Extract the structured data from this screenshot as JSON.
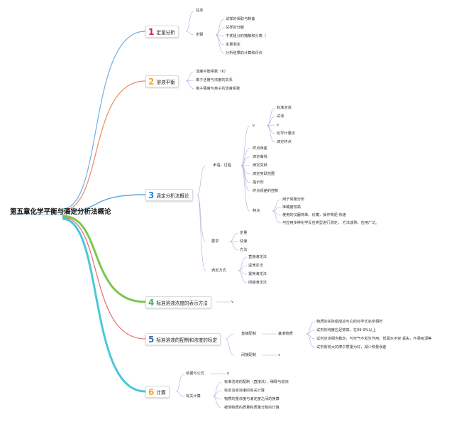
{
  "root": "第五章化学平衡与滴定分析法概论",
  "sections": [
    {
      "num": "1",
      "label": "定量分析",
      "color": "#d81b60",
      "children": [
        {
          "label": "任务"
        },
        {
          "label": "步骤",
          "items": [
            "试样的采取与制备",
            "试样的分解",
            "干扰组分的掩蔽和分离（",
            "定量测定",
            "分析结果的计算和评价"
          ]
        }
      ]
    },
    {
      "num": "2",
      "label": "溶液平衡",
      "color": "#f5a623",
      "items": [
        "活度平衡常数（K）",
        "离子活度与浓度的关系",
        "离子强度与离子的活度系数"
      ]
    },
    {
      "num": "3",
      "label": "滴定分析法概论",
      "color": "#2b8ccf",
      "terms": {
        "label": "术语，过程",
        "v": {
          "label": "v",
          "items": [
            "标准溶液",
            "试液",
            "v",
            "化学计量点",
            "滴定终点"
          ]
        },
        "items": [
          "终点误差",
          "滴定曲线",
          "滴定突跃",
          "滴定突跃范围",
          "指示剂",
          "终点误差的控制"
        ],
        "features": {
          "label": "特点",
          "items": [
            "用于常量分析",
            "准确度较高",
            "使用的仪器简单，价廉，操作简便 快速",
            "可应用多种化学反应类型进行测定， 方法成熟，应用广泛。"
          ]
        }
      },
      "req": {
        "label": "要求",
        "items": [
          "定量",
          "快速",
          "方法"
        ]
      },
      "mode": {
        "label": "滴定方式",
        "items": [
          "直接滴定法",
          "返滴定法",
          "置换滴定法",
          "间接滴定法"
        ]
      }
    },
    {
      "num": "4",
      "label": "标准溶液浓度的表示方法",
      "color": "#4caf50",
      "tail": "v"
    },
    {
      "num": "5",
      "label": "标准溶液的配制和浓度的标定",
      "color": "#3b6fb6",
      "direct": {
        "label": "直接配制",
        "sub": "基准物质",
        "items": [
          "物质的实际组成应与它的化学式完全相符",
          "试剂的纯度应足够高，在99.9%以上",
          "试剂应该相当稳定，与空气不发生作用，低温水不容 丢失，不易吸湿等",
          "试剂有较大的摩尔质量为好，减少称量误差"
        ]
      },
      "indirect": {
        "label": "间接配制",
        "tail": "v"
      }
    },
    {
      "num": "6",
      "label": "计算",
      "color": "#f5a623",
      "formula": {
        "label": "依据与公式",
        "tail": "o"
      },
      "calc": {
        "label": "有关计算",
        "items": [
          "标准溶液的配制（直接法）、稀释与增浓",
          "标定溶液浓度的有关计算",
          "物质的量浓度与滴定度之间的换算",
          "被测物质的质量和质量分数的计算"
        ]
      }
    }
  ],
  "branch_colors": {
    "s1": "#6fb1e7",
    "s2": "#ee8a5a",
    "s3": "#5aa8e0",
    "s4": "#7ac74f",
    "s5": "#e46b6b",
    "s6": "#4ac8d8",
    "sub": "#b9a6dd"
  }
}
